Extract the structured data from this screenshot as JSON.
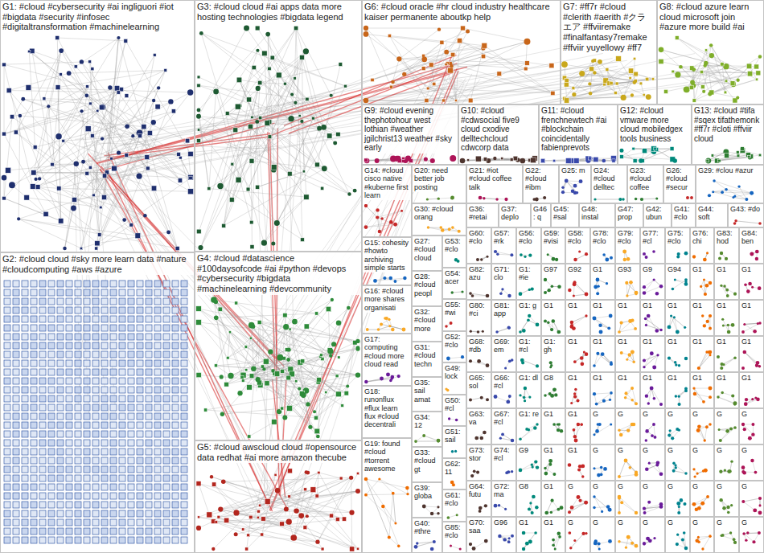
{
  "diagram": {
    "nodes": [
      {
        "text": [
          "G1: #cloud #cybersecurity #ai ingliguori #iot #bigdata #security #infosec #digitaltransformation #machinelearning"
        ]
      },
      {
        "text": [
          "G2: #cloud cloud #sky more learn data #nature #cloudcomputing #aws #azure"
        ]
      },
      {
        "text": [
          "G3: #cloud cloud #ai apps data more hosting technologies #bigdata legend"
        ]
      },
      {
        "text": [
          "G4: #cloud #datascience #100daysofcode #ai #python #devops #cybersecurity #bigdata #machinelearning #devcommunity"
        ]
      },
      {
        "text": [
          "G5: #cloud awscloud cloud #opensource data redhat #ai more amazon thecube"
        ]
      },
      {
        "text": [
          "G6: #cloud oracle #hr cloud industry healthcare kaiser permanente aboutkp help"
        ]
      },
      {
        "text": [
          "G7: #ff7r #cloud #clerith #aerith #クラエア #ffviiremake #finalfantasy7remake #ffviir yuyellowy #ff7"
        ]
      },
      {
        "text": [
          "G8: #cloud azure learn cloud microsoft join #azure more build #ai"
        ]
      },
      {
        "text": [
          "G9: #cloud evening thephotohour west lothian #weather jgilchrist13 weather #sky early"
        ]
      },
      {
        "text": [
          "G10: #cloud #cdwsocial five9 cloud cxodive delltechcloud cdwcorp data"
        ]
      },
      {
        "text": [
          "G11: #cloud frenchnewtech #ai #blockchain coincidentally fabienprevots"
        ]
      },
      {
        "text": [
          "G12: #cloud vmware more cloud mobiledgex tools business"
        ]
      },
      {
        "text": [
          "G13: #cloud #tifa #sqex tifathemonk #ff7r #cloti #ffviir cloud"
        ]
      },
      {
        "text": [
          "G14: #cloud cisco native #kuberne first learn"
        ]
      },
      {
        "text": [
          "G15: cohesity #howto archiving simple starts"
        ]
      },
      {
        "text": [
          "G16: #cloud more shares organisati"
        ]
      },
      {
        "text": [
          "G17: computing #cloud more cloud read"
        ]
      },
      {
        "text": [
          "G18: runonflux #flux learn flux #cloud decentrali"
        ]
      },
      {
        "text": [
          "G19: found #cloud #torrent awesome"
        ]
      },
      {
        "text": [
          "G20: need better job posting"
        ]
      },
      {
        "text": [
          "G21: #iot #cloud coffee talk"
        ]
      },
      {
        "text": [
          "G22: #cloud #ibm"
        ]
      },
      {
        "text": [
          "G25: m"
        ]
      },
      {
        "text": [
          "G24: #cloud delltec"
        ]
      },
      {
        "text": [
          "G23: #cloud coffee"
        ]
      },
      {
        "text": [
          "G26: #cloud #secur"
        ]
      },
      {
        "text": [
          "G29: #clou #azur"
        ]
      },
      {
        "text": [
          "G30: #cloud orang"
        ]
      },
      {
        "text": [
          "G36: #retai"
        ]
      },
      {
        "text": [
          "G37: deplo"
        ]
      },
      {
        "text": [
          "G46: q"
        ]
      },
      {
        "text": [
          "G45: #sal"
        ]
      },
      {
        "text": [
          "G48: instal"
        ]
      },
      {
        "text": [
          "G47: prop"
        ]
      },
      {
        "text": [
          "G42: ubun"
        ]
      },
      {
        "text": [
          "G41: #clo"
        ]
      },
      {
        "text": [
          "G44: soft"
        ]
      },
      {
        "text": [
          "G43: #do"
        ]
      },
      {
        "text": [
          "G27: #cloud cloud"
        ]
      },
      {
        "text": [
          "G28: #cloud peopl"
        ]
      },
      {
        "text": [
          "G32: #cloud more"
        ]
      },
      {
        "text": [
          "G31: #cloud techn"
        ]
      },
      {
        "text": [
          "G35: sail amat"
        ]
      },
      {
        "text": [
          "G34: 12"
        ]
      },
      {
        "text": [
          "G33: #cloud gt"
        ]
      },
      {
        "text": [
          "G39: globa"
        ]
      },
      {
        "text": [
          "G40: #thre"
        ]
      },
      {
        "text": [
          "G53: #clo"
        ]
      },
      {
        "text": [
          "G54: acer"
        ]
      },
      {
        "text": [
          "G55: #wi"
        ]
      },
      {
        "text": [
          "G52: #clo"
        ]
      },
      {
        "text": [
          "G49: lock"
        ]
      },
      {
        "text": [
          "G50: #cl"
        ]
      },
      {
        "text": [
          "G51: sail"
        ]
      },
      {
        "text": [
          "G62: 11"
        ]
      },
      {
        "text": [
          "G61: #clo"
        ]
      },
      {
        "text": [
          "G85: #clo"
        ]
      },
      {
        "text": [
          "G60: #clo"
        ]
      },
      {
        "text": [
          "G57: #rk"
        ]
      },
      {
        "text": [
          "G56: #clo"
        ]
      },
      {
        "text": [
          "G59: #visi"
        ]
      },
      {
        "text": [
          "G58: #clo"
        ]
      },
      {
        "text": [
          "G78: #clo"
        ]
      },
      {
        "text": [
          "G79: #clo"
        ]
      },
      {
        "text": [
          "G77: #cl"
        ]
      },
      {
        "text": [
          "G75: #clo"
        ]
      },
      {
        "text": [
          "G76: chi"
        ]
      },
      {
        "text": [
          "G83: hod"
        ]
      },
      {
        "text": [
          "G84: ben"
        ]
      },
      {
        "text": [
          "G82: azu"
        ]
      },
      {
        "text": [
          "G71: clo"
        ]
      },
      {
        "text": [
          "G1: #ie"
        ]
      },
      {
        "text": [
          "G97"
        ]
      },
      {
        "text": [
          "G92"
        ]
      },
      {
        "text": [
          "G1"
        ]
      },
      {
        "text": [
          "G93"
        ]
      },
      {
        "text": [
          "G9"
        ]
      },
      {
        "text": [
          "G94"
        ]
      },
      {
        "text": [
          "G1"
        ]
      },
      {
        "text": [
          "G1"
        ]
      },
      {
        "text": [
          "G1"
        ]
      },
      {
        "text": [
          "G80: #ci"
        ]
      },
      {
        "text": [
          "G81: app"
        ]
      },
      {
        "text": [
          "G1: g"
        ]
      },
      {
        "text": [
          "G1"
        ]
      },
      {
        "text": [
          "G1"
        ]
      },
      {
        "text": [
          "G1"
        ]
      },
      {
        "text": [
          "G1"
        ]
      },
      {
        "text": [
          "G1"
        ]
      },
      {
        "text": [
          "G1"
        ]
      },
      {
        "text": [
          "G1"
        ]
      },
      {
        "text": [
          "G1"
        ]
      },
      {
        "text": [
          "G1"
        ]
      },
      {
        "text": [
          "G68: #db"
        ]
      },
      {
        "text": [
          "G69: em"
        ]
      },
      {
        "text": [
          "G1: #cl"
        ]
      },
      {
        "text": [
          "G1: gh"
        ]
      },
      {
        "text": [
          "G1"
        ]
      },
      {
        "text": [
          "G1"
        ]
      },
      {
        "text": [
          "G1"
        ]
      },
      {
        "text": [
          "G1"
        ]
      },
      {
        "text": [
          "G1"
        ]
      },
      {
        "text": [
          "G1"
        ]
      },
      {
        "text": [
          "G1"
        ]
      },
      {
        "text": [
          "G1"
        ]
      },
      {
        "text": [
          "G65: sol"
        ]
      },
      {
        "text": [
          "G66: #cl"
        ]
      },
      {
        "text": [
          "G1: dl"
        ]
      },
      {
        "text": [
          "G8"
        ]
      },
      {
        "text": [
          "G1"
        ]
      },
      {
        "text": [
          "G1"
        ]
      },
      {
        "text": [
          "G1"
        ]
      },
      {
        "text": [
          "G1"
        ]
      },
      {
        "text": [
          "G1"
        ]
      },
      {
        "text": [
          "G1"
        ]
      },
      {
        "text": [
          "G1"
        ]
      },
      {
        "text": [
          "G1"
        ]
      },
      {
        "text": [
          "G63: va"
        ]
      },
      {
        "text": [
          "G67: #cl"
        ]
      },
      {
        "text": [
          "G1: re"
        ]
      },
      {
        "text": [
          "G1"
        ]
      },
      {
        "text": [
          "G1"
        ]
      },
      {
        "text": [
          "G"
        ]
      },
      {
        "text": [
          "G"
        ]
      },
      {
        "text": [
          "G"
        ]
      },
      {
        "text": [
          "G"
        ]
      },
      {
        "text": [
          "G"
        ]
      },
      {
        "text": [
          "G"
        ]
      },
      {
        "text": [
          "G"
        ]
      },
      {
        "text": [
          "G73: stor"
        ]
      },
      {
        "text": [
          "G74: #cl"
        ]
      },
      {
        "text": [
          "G9"
        ]
      },
      {
        "text": [
          "G1"
        ]
      },
      {
        "text": [
          "G1"
        ]
      },
      {
        "text": [
          "G"
        ]
      },
      {
        "text": [
          "G"
        ]
      },
      {
        "text": [
          "G"
        ]
      },
      {
        "text": [
          "G"
        ]
      },
      {
        "text": [
          "G"
        ]
      },
      {
        "text": [
          "G"
        ]
      },
      {
        "text": [
          "G"
        ]
      },
      {
        "text": [
          "G64: futu"
        ]
      },
      {
        "text": [
          "G72: ma"
        ]
      },
      {
        "text": [
          "G8"
        ]
      },
      {
        "text": [
          "G1"
        ]
      },
      {
        "text": [
          "G"
        ]
      },
      {
        "text": [
          "G"
        ]
      },
      {
        "text": [
          "G"
        ]
      },
      {
        "text": [
          "G"
        ]
      },
      {
        "text": [
          "G"
        ]
      },
      {
        "text": [
          "G"
        ]
      },
      {
        "text": [
          "G"
        ]
      },
      {
        "text": [
          "G"
        ]
      },
      {
        "text": [
          "G70: saa"
        ]
      },
      {
        "text": [
          "G96"
        ]
      },
      {
        "text": [
          "G1"
        ]
      },
      {
        "text": [
          "G1"
        ]
      },
      {
        "text": [
          "G"
        ]
      },
      {
        "text": [
          "G"
        ]
      },
      {
        "text": [
          "G"
        ]
      },
      {
        "text": [
          "G"
        ]
      },
      {
        "text": [
          "G"
        ]
      },
      {
        "text": [
          "G"
        ]
      },
      {
        "text": [
          "G"
        ]
      },
      {
        "text": [
          "G"
        ]
      }
    ]
  }
}
